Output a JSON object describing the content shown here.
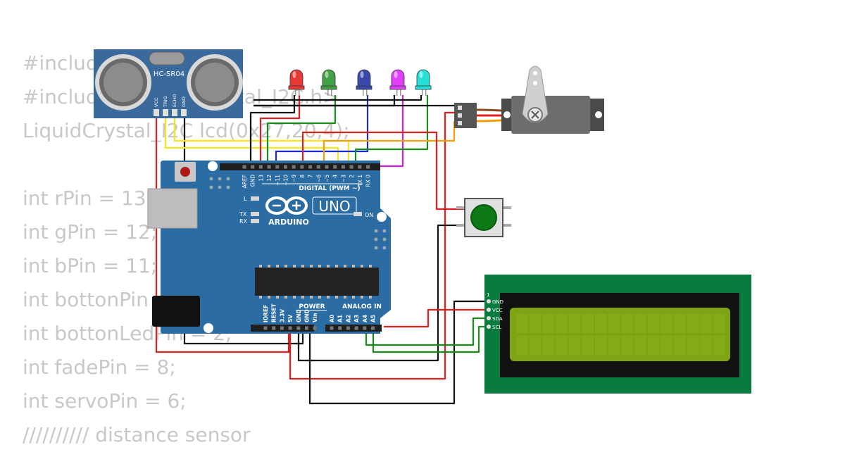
{
  "background_code": [
    "#include <Servo.h>",
    "#include <LiquidCrystal_I2C.h>",
    "LiquidCrystal_I2C lcd(0x27,20,4);",
    "",
    "int rPin = 13;",
    "int gPin = 12;",
    "int bPin = 11;",
    "int bottonPin = 3;",
    "int bottonLedPin = 2;",
    "int fadePin = 8;",
    "int servoPin = 6;",
    "////////// distance sensor"
  ],
  "sensor": {
    "model": "HC-SR04",
    "pins": [
      "VCC",
      "TRIG",
      "ECHO",
      "GND"
    ]
  },
  "arduino": {
    "brand": "ARDUINO",
    "model": "UNO",
    "digital_label": "DIGITAL (PWM ~)",
    "digital_pins": [
      "AREF",
      "GND",
      "13",
      "12",
      "~11",
      "~10",
      "~9",
      "8",
      "7",
      "~6",
      "~5",
      "4",
      "~3",
      "2",
      "TX 1",
      "RX 0"
    ],
    "power_label": "POWER",
    "analog_label": "ANALOG IN",
    "power_pins": [
      "IOREF",
      "RESET",
      "3.3V",
      "5V",
      "GND",
      "GND",
      "Vin"
    ],
    "analog_pins": [
      "A0",
      "A1",
      "A2",
      "A3",
      "A4",
      "A5"
    ],
    "led_labels": {
      "l": "L",
      "tx": "TX",
      "rx": "RX",
      "on": "ON"
    }
  },
  "lcd": {
    "pin_header": "1",
    "pins": [
      "GND",
      "VCC",
      "SDA",
      "SCL"
    ]
  },
  "leds": [
    {
      "color": "red",
      "hex": "#e53935"
    },
    {
      "color": "green",
      "hex": "#43a047"
    },
    {
      "color": "blue",
      "hex": "#3949ab"
    },
    {
      "color": "magenta",
      "hex": "#e040fb"
    },
    {
      "color": "cyan",
      "hex": "#26e0d8"
    }
  ],
  "colors": {
    "board": "#2b6ca3",
    "lcd_pcb": "#0a7a3e",
    "lcd_screen": "#7ea314",
    "sensor_pcb": "#3a6a9c",
    "servo": "#6d6d6d"
  }
}
